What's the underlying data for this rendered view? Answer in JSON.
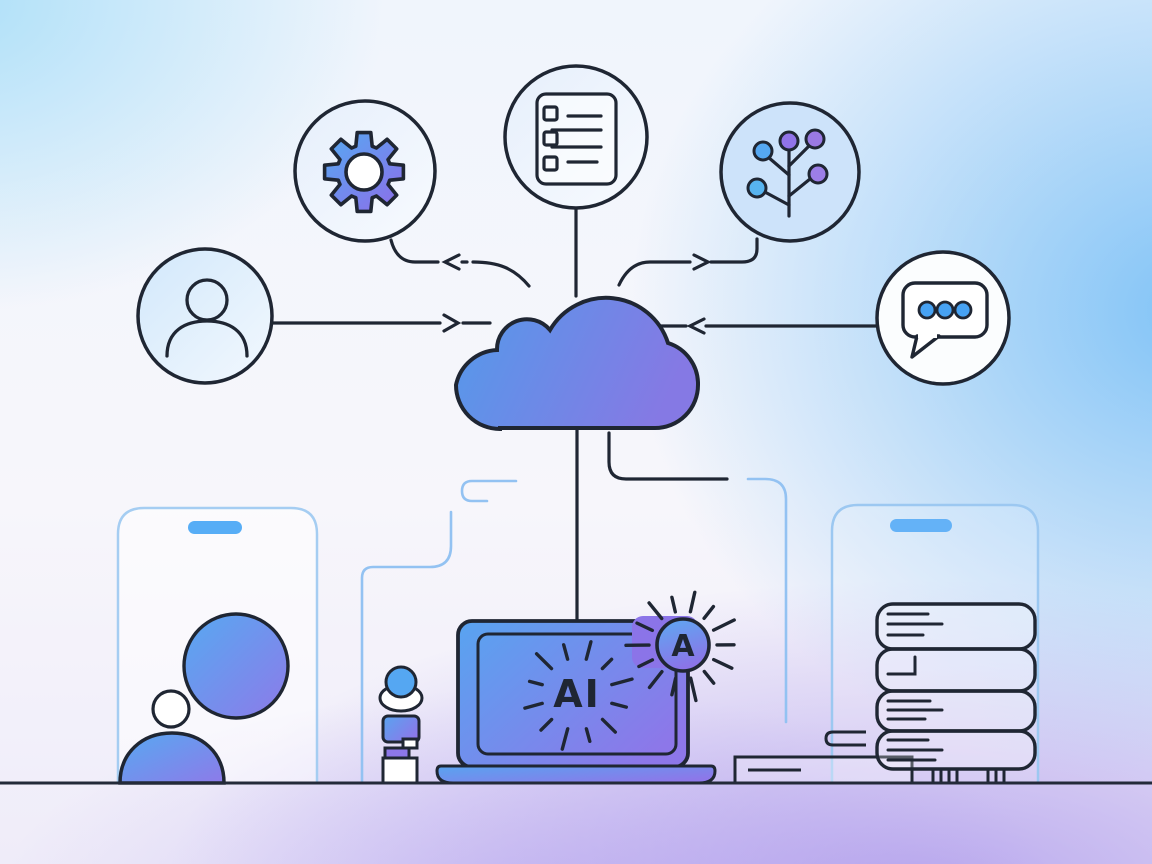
{
  "illustration": {
    "name": "ai-cloud-connectivity",
    "center": {
      "icon": "cloud-icon"
    },
    "hub_nodes": [
      {
        "icon": "user-icon"
      },
      {
        "icon": "gear-icon"
      },
      {
        "icon": "checklist-icon"
      },
      {
        "icon": "network-tree-icon"
      },
      {
        "icon": "chat-bubble-icon"
      }
    ],
    "devices": [
      {
        "icon": "smartphone-icon",
        "position": "left"
      },
      {
        "icon": "person-figure",
        "position": "left"
      },
      {
        "icon": "small-figure",
        "position": "center-left"
      },
      {
        "icon": "laptop-icon",
        "position": "center"
      },
      {
        "icon": "ai-badge-icon",
        "position": "center-right"
      },
      {
        "icon": "server-stack-icon",
        "position": "right"
      },
      {
        "icon": "smartphone-icon",
        "position": "right"
      },
      {
        "icon": "drawer-shelf",
        "position": "right"
      }
    ],
    "labels": {
      "laptop_screen": "AI",
      "badge": "A"
    },
    "colors": {
      "outline": "#1f2633",
      "blue": "#549aea",
      "purple": "#8277e3",
      "node_blue": "#55a8f2",
      "node_purple": "#9173e8",
      "chat_dot_blue": "#47a2f3",
      "notch_blue": "#5fb0f6",
      "trace_light_blue": "#9cc6f2"
    }
  }
}
